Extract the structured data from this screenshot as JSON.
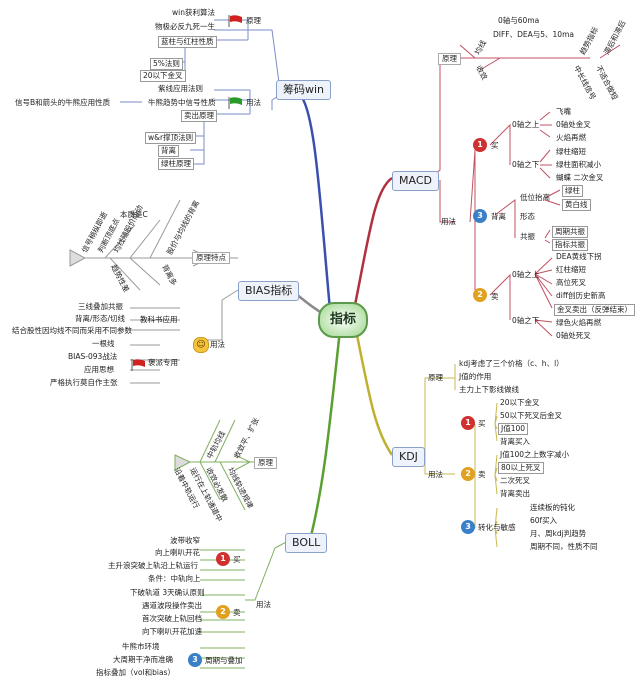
{
  "center": "指标",
  "chouma": {
    "title": "筹码win",
    "yuanli": "原理",
    "yongfa": "用法",
    "yuanli_items": [
      "win获利算法",
      "物极必反九死一生",
      "蓝柱与红柱性质"
    ],
    "rules": [
      "5%法则",
      "20以下金叉"
    ],
    "yongfa_items": [
      "紫线应用法则",
      "牛熊趋势中信号性质",
      "卖出原理"
    ],
    "bull_bear_note": "信号B和箭头的牛熊应用性质",
    "maichu_items": [
      "w&r撑顶法则",
      "背离",
      "绿柱原理"
    ]
  },
  "bias": {
    "title": "BIAS指标",
    "yuanli_tedian": "原理特点",
    "benzhi": "本质是C",
    "diagram_labels": [
      "股价与均线的背离",
      "均线随股价而动",
      "判断顶底点",
      "信号稍纵即逝",
      "背离多",
      "趋势性差"
    ],
    "yongfa": "用法",
    "jiaokeshu": "教科书应用",
    "jiaokeshu_items": [
      "三线叠加共振",
      "背离/形态/切线",
      "结合股性因均线不同而采用不同参数"
    ],
    "bianpai": "褒派专用",
    "bianpai_items": [
      "一根线",
      "BIAS-093战法",
      "应用思想",
      "严格执行莫自作主张"
    ]
  },
  "boll": {
    "title": "BOLL",
    "yuanli": "原理",
    "diagram_labels": [
      "收敛平、扩张",
      "中轨均线",
      "收敛必发散",
      "均线轨迹规律",
      "运行在上轨通道中",
      "沿着中轨运行"
    ],
    "yongfa": "用法",
    "mai": "买",
    "mai_items": [
      "波带收窄",
      "向上喇叭开花",
      "主升浪突破上轨沿上轨运行",
      "条件：中轨向上"
    ],
    "sell": "卖",
    "sell_items": [
      "下破轨道 3天确认原则",
      "遇道波段操作卖出",
      "首次突破上轨回档",
      "向下喇叭开花加速"
    ],
    "zhouqi": "周期与叠加",
    "zhouqi_items": [
      "牛熊市环境",
      "大周期干净而准确",
      "指标叠加（vol和bias）"
    ]
  },
  "macd": {
    "title": "MACD",
    "yuanli": "原理",
    "yuanli_labels": [
      "均线",
      "收敛",
      "趋势指标",
      "滞后和滞后",
      "中长线信号",
      "不适合做短"
    ],
    "yuanli_items": [
      "0轴与60ma",
      "DIFF、DEA与5、10ma"
    ],
    "yongfa": "用法",
    "mai": "买",
    "zero_above": "0轴之上",
    "zero_below": "0轴之下",
    "buy_above": [
      "飞嘴",
      "0轴处金叉",
      "火焰再燃"
    ],
    "buy_below": [
      "绿柱缩短",
      "绿柱面积减小",
      "蝴蝶  二次金叉"
    ],
    "beili": "背离",
    "beili_items": [
      "低位抬高",
      "形态",
      "共振"
    ],
    "green_items": [
      "绿柱",
      "黄白线"
    ],
    "gongzhen_items": [
      "周期共振",
      "指标共振"
    ],
    "sell": "卖",
    "sell_above": [
      "DEA黄线下拐",
      "红柱缩短",
      "高位死叉",
      "diff创历史新高",
      "金叉卖出（反弹结束）"
    ],
    "sell_below": [
      "绿色火焰再燃",
      "0轴处死叉"
    ]
  },
  "kdj": {
    "title": "KDJ",
    "yuanli": "原理",
    "yuanli_items": [
      "kdj考虑了三个价格（c、h、l）",
      "J值的作用",
      "主力上下影线做线"
    ],
    "yongfa": "用法",
    "mai": "买",
    "mai_items": [
      "20以下金叉",
      "50以下死叉后金叉",
      "J值100",
      "背离买入"
    ],
    "sell": "卖",
    "sell_items": [
      "J值100之上数字减小",
      "80以上死叉",
      "二次死叉",
      "背离卖出"
    ],
    "zhuanhua": "转化与敏感",
    "zhuanhua_items": [
      "连续板的钝化",
      "60f买入",
      "月、周kdj判趋势",
      "周期不同，性质不同"
    ]
  }
}
